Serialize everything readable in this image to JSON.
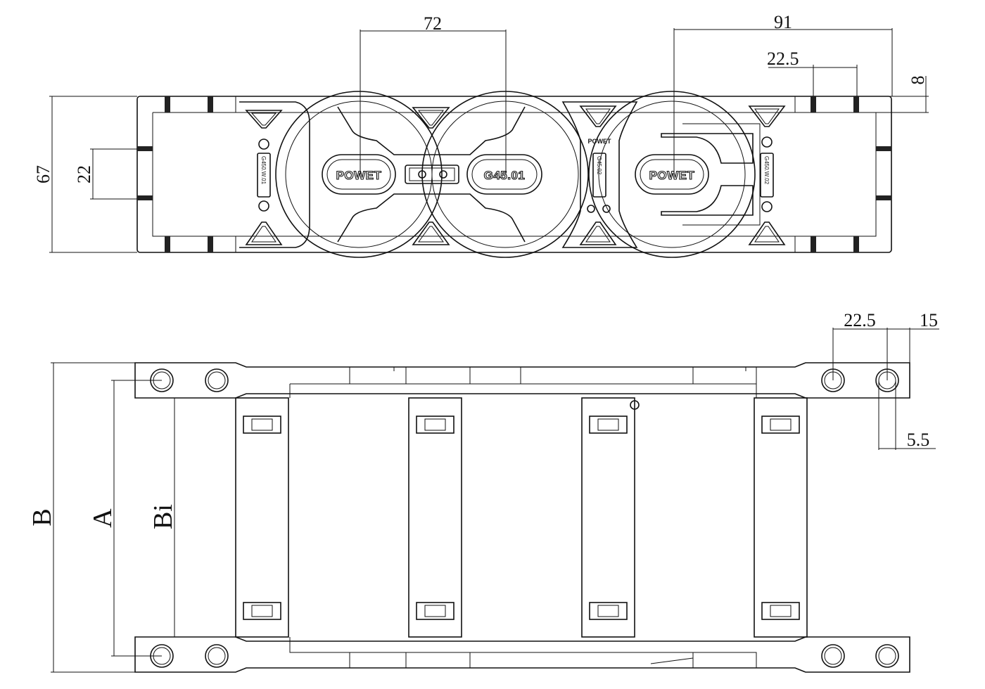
{
  "dimensions": {
    "pitch_left": "72",
    "pitch_right": "91",
    "pitch_small_top": "22.5",
    "flange": "8",
    "height": "67",
    "inner_height": "22",
    "side_pitch": "22.5",
    "side_edge": "15",
    "hole_offset": "5.5",
    "label_B": "B",
    "label_A": "A",
    "label_Bi": "Bi"
  },
  "markings": {
    "brand": "POWET",
    "part_main": "G45.01",
    "part_small": "G45.02",
    "tag_left": "G450.W.01",
    "tag_right": "G450.W.02"
  }
}
